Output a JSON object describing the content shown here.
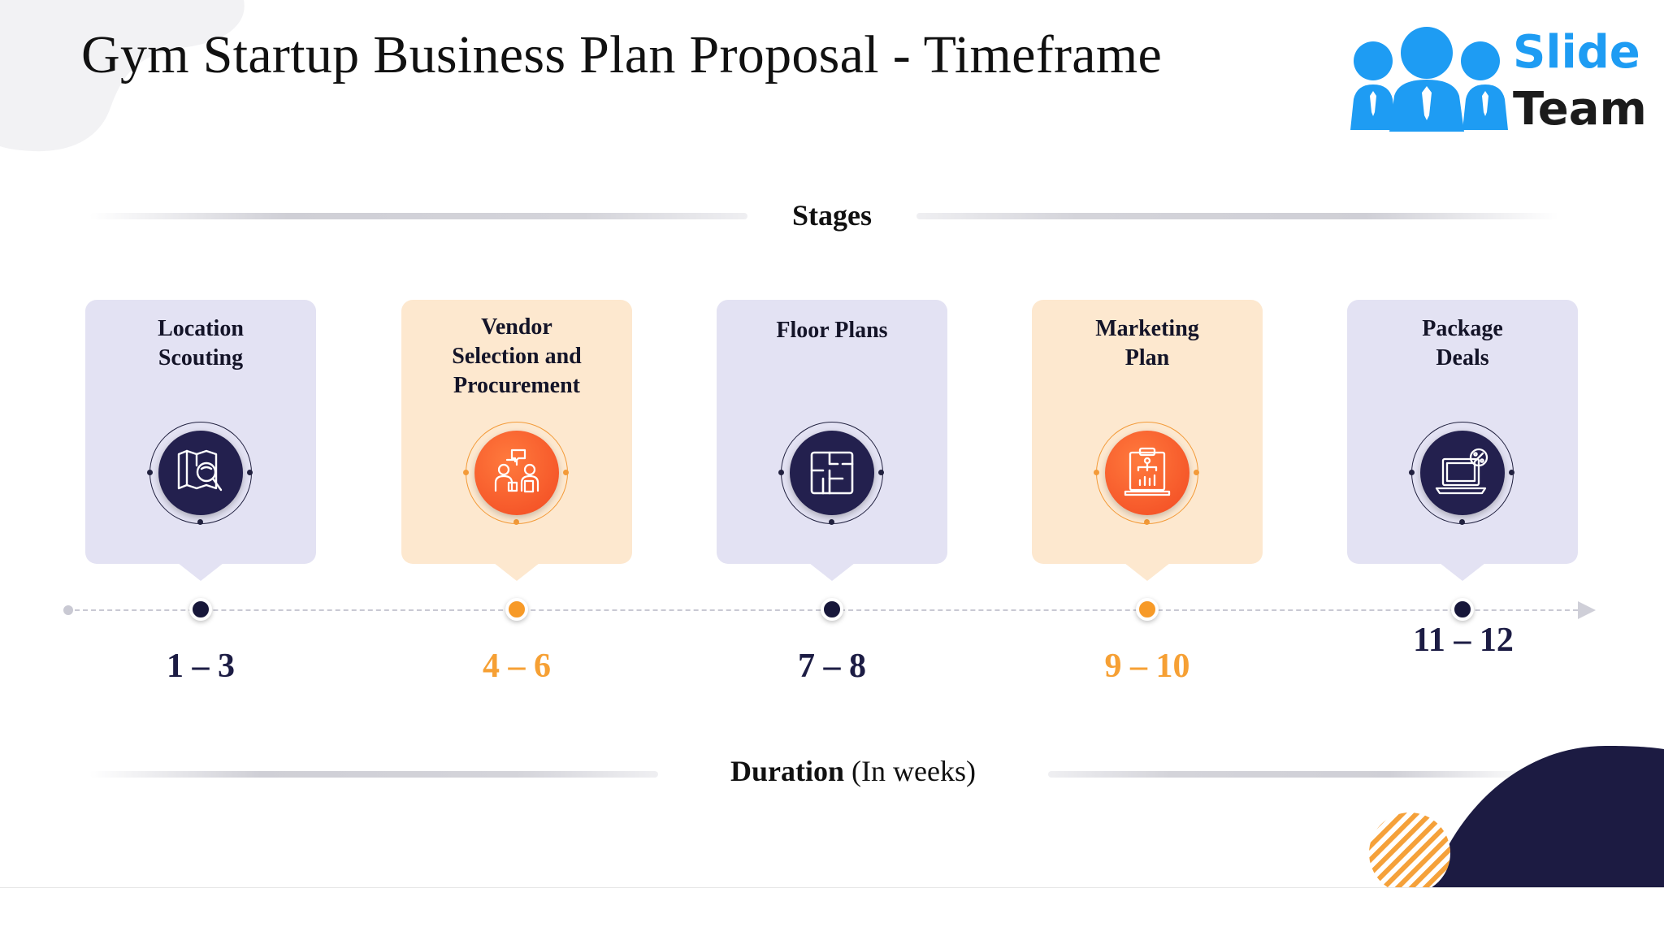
{
  "title": "Gym Startup Business Plan Proposal - Timeframe",
  "logo": {
    "line1": "Slide",
    "line2": "Team"
  },
  "stages_heading": "Stages",
  "duration_heading": {
    "bold": "Duration",
    "rest": "(In weeks)"
  },
  "colors": {
    "navy": "#23204e",
    "orange": "#f39a38",
    "card_purple": "#e3e2f3",
    "card_orange": "#fde8cf",
    "logo_blue": "#1e9cf3"
  },
  "stages": [
    {
      "label_lines": [
        "Location",
        "Scouting"
      ],
      "icon": "location-scouting-icon",
      "duration": "1 – 3",
      "theme": "dark"
    },
    {
      "label_lines": [
        "Vendor",
        "Selection and",
        "Procurement"
      ],
      "icon": "vendor-procurement-icon",
      "duration": "4 – 6",
      "theme": "orange"
    },
    {
      "label_lines": [
        "Floor Plans"
      ],
      "icon": "floor-plan-icon",
      "duration": "7 – 8",
      "theme": "dark"
    },
    {
      "label_lines": [
        "Marketing",
        "Plan"
      ],
      "icon": "marketing-plan-icon",
      "duration": "9 – 10",
      "theme": "orange"
    },
    {
      "label_lines": [
        "Package",
        "Deals"
      ],
      "icon": "package-deals-icon",
      "duration": "11 – 12",
      "theme": "dark"
    }
  ]
}
